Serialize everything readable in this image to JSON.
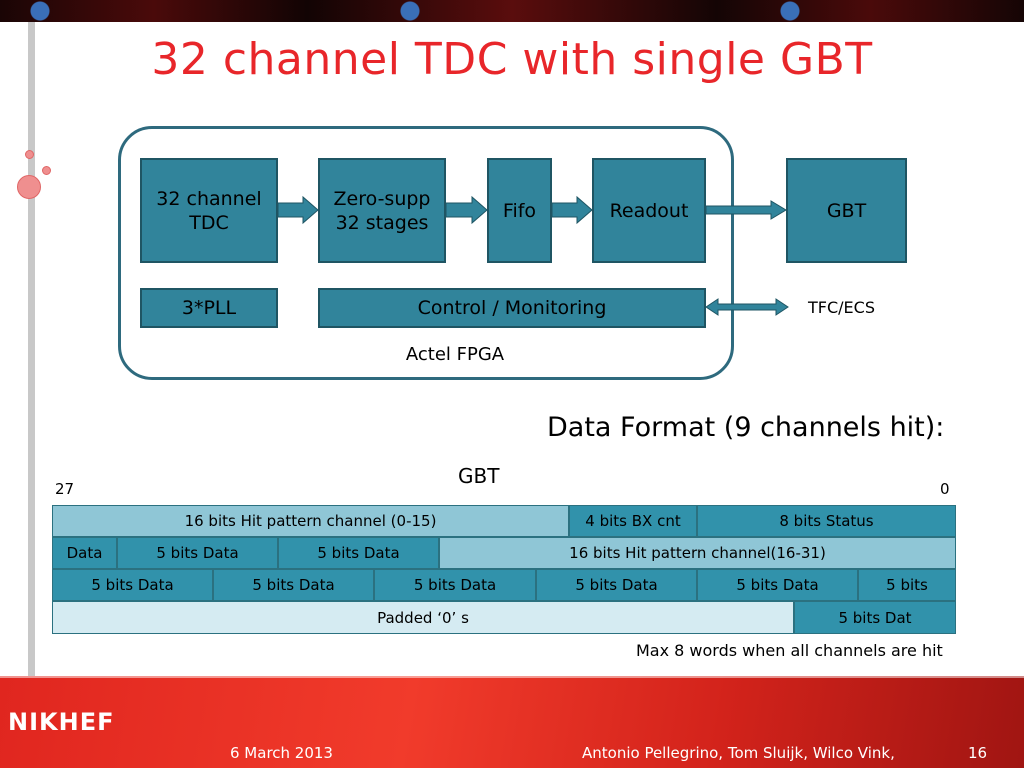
{
  "slide": {
    "title": "32 channel TDC with single GBT",
    "footer": {
      "logo": "NIKHEF",
      "date": "6 March 2013",
      "authors": "Antonio Pellegrino, Tom Sluijk,  Wilco Vink,",
      "page": "16"
    }
  },
  "diagram": {
    "blocks": {
      "tdc": "32 channel TDC",
      "zero_supp": "Zero-supp 32 stages",
      "fifo": "Fifo",
      "readout": "Readout",
      "gbt": "GBT",
      "pll": "3*PLL",
      "control": "Control / Monitoring"
    },
    "fpga_label": "Actel FPGA",
    "tfc_label": "TFC/ECS"
  },
  "data_format": {
    "title": "Data Format (9 channels hit):",
    "gbt_label": "GBT",
    "bit_high": "27",
    "bit_low": "0",
    "rows": [
      [
        "16 bits Hit pattern channel (0-15)",
        "4 bits BX cnt",
        "8 bits Status"
      ],
      [
        "Data",
        "5 bits Data",
        "5 bits Data",
        "16 bits Hit pattern channel(16-31)"
      ],
      [
        "5 bits Data",
        "5 bits Data",
        "5 bits Data",
        "5 bits Data",
        "5 bits Data",
        "5 bits"
      ],
      [
        "Padded ‘0’ s",
        "5 bits Dat"
      ]
    ],
    "note": "Max 8 words when all channels are hit"
  },
  "colors": {
    "title": "#e8262a",
    "block_fill": "#31849b",
    "cell_light": "#8fc6d6",
    "cell_dark": "#3192ab",
    "cell_pale": "#d5ebf2",
    "footer_band": "#e0261f"
  }
}
